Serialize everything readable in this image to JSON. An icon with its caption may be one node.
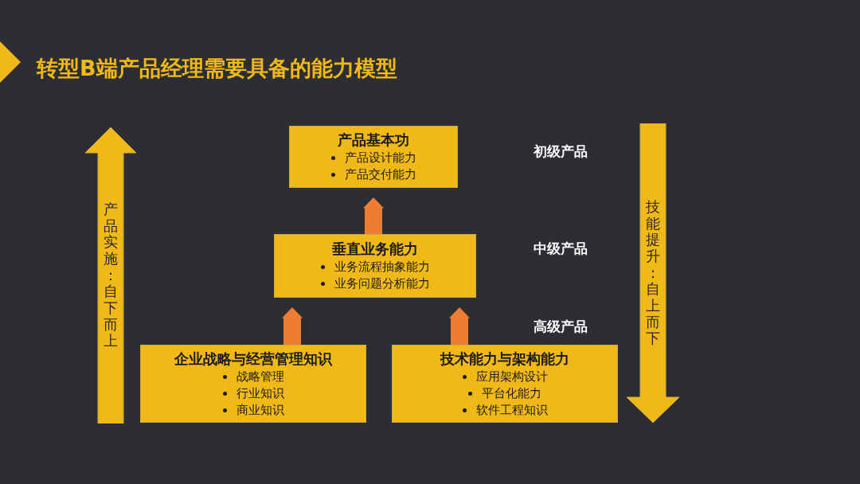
{
  "diagram": {
    "title": "转型B端产品经理需要具备的能力模型",
    "nodes": [
      {
        "text": [
          "产品基本功",
          "产品设计能力",
          "产品交付能力"
        ]
      },
      {
        "text": [
          "垂直业务能力",
          "业务流程抽象能力",
          "业务问题分析能力"
        ]
      },
      {
        "text": [
          "企业战略与经营管理知识",
          "战略管理",
          "行业知识",
          "商业知识"
        ]
      },
      {
        "text": [
          "技术能力与架构能力",
          "应用架构设计",
          "平台化能力",
          "软件工程知识"
        ]
      },
      {
        "text": [
          "产品实施：自下而上"
        ]
      },
      {
        "text": [
          "技能提升：自上而下"
        ]
      }
    ],
    "edges": [
      {
        "from": 2,
        "to": 1,
        "arrow": "to"
      },
      {
        "from": 3,
        "to": 1,
        "arrow": "to"
      },
      {
        "from": 1,
        "to": 0,
        "arrow": "to"
      }
    ],
    "labels": [
      "初级产品",
      "中级产品",
      "高级产品"
    ]
  }
}
